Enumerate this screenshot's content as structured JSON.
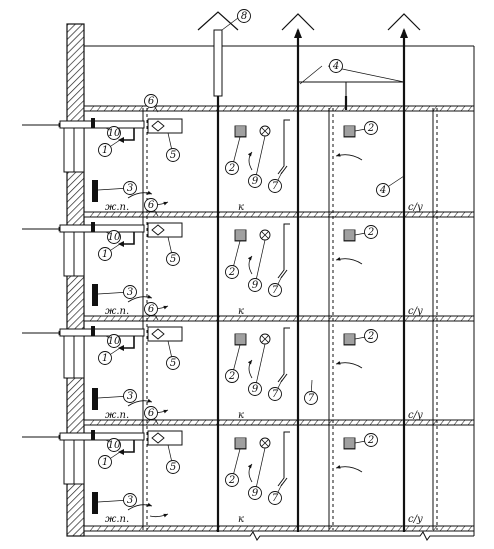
{
  "diagram": {
    "kind": "building ventilation section",
    "floors": [
      {
        "room_labels": {
          "living": "ж.п.",
          "kitchen": "к",
          "bathroom": "с/у"
        },
        "callouts": [
          "10",
          "1",
          "6",
          "5",
          "3",
          "2",
          "9",
          "7",
          "4",
          "2"
        ]
      },
      {
        "room_labels": {
          "living": "ж.п.",
          "kitchen": "к",
          "bathroom": "с/у"
        },
        "callouts": [
          "10",
          "1",
          "6",
          "5",
          "3",
          "2",
          "9",
          "7",
          "2"
        ]
      },
      {
        "room_labels": {
          "living": "ж.п.",
          "kitchen": "к",
          "bathroom": "с/у"
        },
        "callouts": [
          "10",
          "1",
          "6",
          "5",
          "3",
          "2",
          "9",
          "7",
          "7",
          "2"
        ]
      },
      {
        "room_labels": {
          "living": "ж.п.",
          "kitchen": "к",
          "bathroom": "с/у"
        },
        "callouts": [
          "10",
          "1",
          "6",
          "5",
          "3",
          "2",
          "9",
          "7",
          "2"
        ]
      }
    ],
    "roof_callouts": [
      "8",
      "4"
    ],
    "colors": {
      "line": "#111111",
      "hatch": "#222222",
      "background": "#ffffff"
    }
  }
}
